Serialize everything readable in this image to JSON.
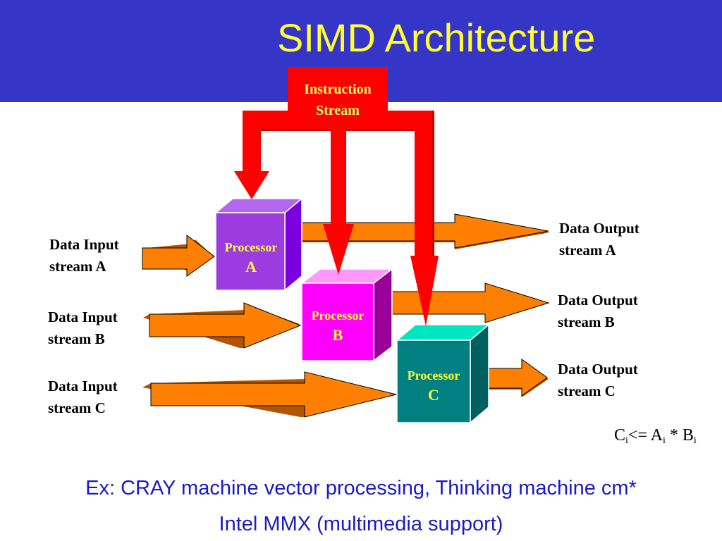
{
  "title": "SIMD Architecture",
  "instruction": {
    "line1": "Instruction",
    "line2": "Stream"
  },
  "processors": [
    {
      "line1": "Processor",
      "line2": "A"
    },
    {
      "line1": "Processor",
      "line2": "B"
    },
    {
      "line1": "Processor",
      "line2": "C"
    }
  ],
  "inputs": [
    {
      "line1": "Data Input",
      "line2": "stream A"
    },
    {
      "line1": "Data Input",
      "line2": "stream B"
    },
    {
      "line1": "Data Input",
      "line2": "stream C"
    }
  ],
  "outputs": [
    {
      "line1": "Data Output",
      "line2": "stream A"
    },
    {
      "line1": "Data Output",
      "line2": "stream B"
    },
    {
      "line1": "Data Output",
      "line2": "stream C"
    }
  ],
  "formula": {
    "c": "C",
    "ci": "i",
    "op": "<= A",
    "ai": "i",
    "mul": " * B",
    "bi": "i"
  },
  "footer": {
    "line1": "Ex: CRAY machine vector processing, Thinking machine cm*",
    "line2": "Intel MMX (multimedia support)"
  },
  "colors": {
    "header": "#3535c8",
    "title": "#ffff33",
    "instruction_arrow": "#ff0000",
    "data_arrow": "#ff8000",
    "processor_a": "#9b3be0",
    "processor_b": "#ff00ff",
    "processor_c": "#008080",
    "footer_text": "#1a1ac8"
  }
}
